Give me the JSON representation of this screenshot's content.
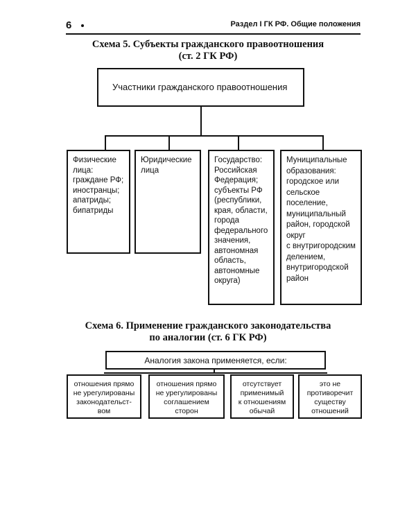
{
  "header": {
    "page_number": "6",
    "section": "Раздел I ГК РФ. Общие положения"
  },
  "scheme5": {
    "title_line1": "Схема 5. Субъекты гражданского правоотношения",
    "title_line2": "(ст. 2 ГК РФ)",
    "root": "Участники гражданского правоотношения",
    "children": [
      {
        "lines": [
          "Физические",
          "лица:",
          "граждане РФ;",
          "иностранцы;",
          "апатриды;",
          "бипатриды"
        ]
      },
      {
        "lines": [
          "Юридические",
          "лица"
        ]
      },
      {
        "lines": [
          "Государство:",
          "Российская",
          "Федерация;",
          "субъекты РФ",
          "(республики,",
          "края, области,",
          "города",
          "федерального",
          "значения,",
          "автономная",
          "область,",
          "автономные",
          "округа)"
        ]
      },
      {
        "lines": [
          "Муниципальные",
          "образования:",
          "городское или",
          "сельское",
          "поселение,",
          "муниципальный",
          "район, городской",
          "округ",
          "с внутригородским",
          "делением,",
          "внутригородской",
          "район"
        ]
      }
    ]
  },
  "scheme6": {
    "title_line1": "Схема 6. Применение гражданского законодательства",
    "title_line2": "по аналогии (ст. 6 ГК РФ)",
    "root": "Аналогия закона применяется, если:",
    "conditions": [
      {
        "lines": [
          "отношения прямо",
          "не урегулированы",
          "законодательст-",
          "вом"
        ]
      },
      {
        "lines": [
          "отношения прямо",
          "не урегулированы",
          "соглашением",
          "сторон"
        ]
      },
      {
        "lines": [
          "отсутствует",
          "применимый",
          "к отношениям",
          "обычай"
        ]
      },
      {
        "lines": [
          "это не",
          "противоречит",
          "существу",
          "отношений"
        ]
      }
    ]
  }
}
